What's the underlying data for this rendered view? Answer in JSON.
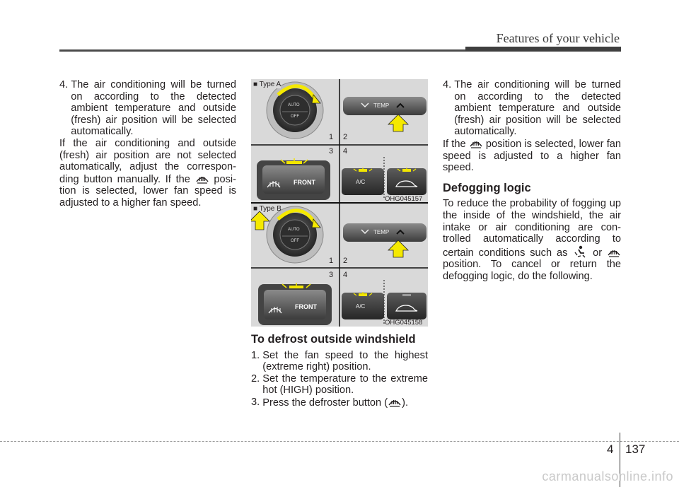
{
  "header": {
    "section_title": "Features of your vehicle"
  },
  "left_col": {
    "item4_num": "4. ",
    "item4_text": "The air conditioning will be turned on according to the detected ambient temperature and outside (fresh) air position will be selected automatically.",
    "para_a": "If the air conditioning and outside (fresh) air position are not selected automatically, adjust the correspon-ding button manually. If the",
    "para_b": "posi-tion is selected, lower fan speed is adjusted to a higher fan speed."
  },
  "figure": {
    "type_a_label": "■ Type A",
    "type_b_label": "■ Type B",
    "code_a": "OHG045157",
    "code_b": "OHG045158",
    "num_1": "1",
    "num_2": "2",
    "num_3": "3",
    "num_4": "4",
    "knob_auto": "AUTO",
    "knob_off": "OFF",
    "temp_label": "TEMP",
    "front_label": "FRONT",
    "ac_label": "A/C"
  },
  "middle_col": {
    "heading": "To defrost outside windshield",
    "steps": [
      {
        "num": "1. ",
        "text": "Set the fan speed to the highest (extreme right) position."
      },
      {
        "num": "2. ",
        "text": "Set the temperature to the extreme hot (HIGH) position."
      },
      {
        "num": "3. ",
        "text_a": "Press the defroster button (",
        "text_b": ")."
      }
    ]
  },
  "right_col": {
    "item4_num": "4. ",
    "item4_text": "The air conditioning will be turned on according to the detected ambient temperature and outside (fresh) air position will be selected automatically.",
    "para_a": "If the",
    "para_b": "position is selected, lower fan speed is adjusted to a higher fan speed.",
    "heading": "Defogging logic",
    "body_a": "To reduce the probability of fogging up the inside of the windshield, the air intake or air conditioning are con-trolled automatically according to certain conditions such as",
    "body_or": "or",
    "body_b": "position. To cancel or return the defogging logic, do the following."
  },
  "footer": {
    "chapter": "4",
    "page": "137",
    "watermark": "carmanualsonline.info"
  },
  "icons": [
    "defrost-icon",
    "floor-defrost-icon",
    "arrow-icon"
  ],
  "colors": {
    "rule": "#3f3f3f",
    "figure_bg": "#d9d9d9",
    "indicator": "#f2e600",
    "arrow": "#f5e900"
  }
}
